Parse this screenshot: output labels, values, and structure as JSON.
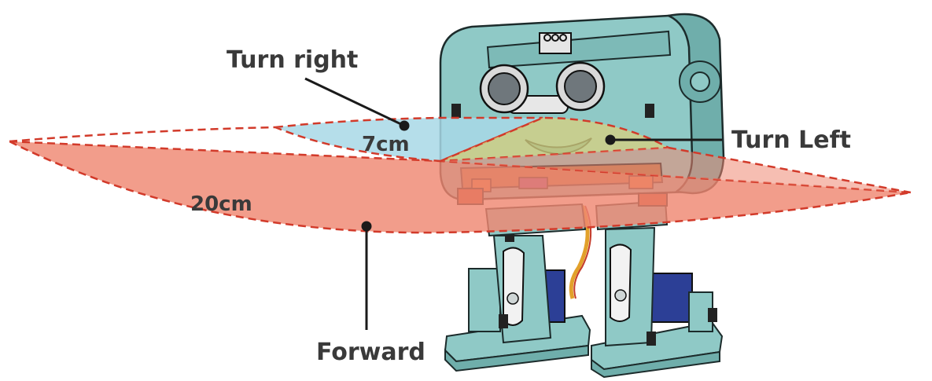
{
  "labels": {
    "turn_right": "Turn right",
    "turn_left": "Turn Left",
    "forward": "Forward",
    "near_range": "7cm",
    "far_range": "20cm"
  },
  "colors": {
    "far_zone": "#ef8872",
    "near_zone": "#a8d8e6",
    "left_zone": "#d8cf7e",
    "zone_border": "#d23a2a",
    "robot_body": "#8fc9c6",
    "robot_dark": "#5f9e9a",
    "leader_line": "#1a1a1a",
    "servo": "#2c3f96",
    "text": "#3a3a3a"
  }
}
